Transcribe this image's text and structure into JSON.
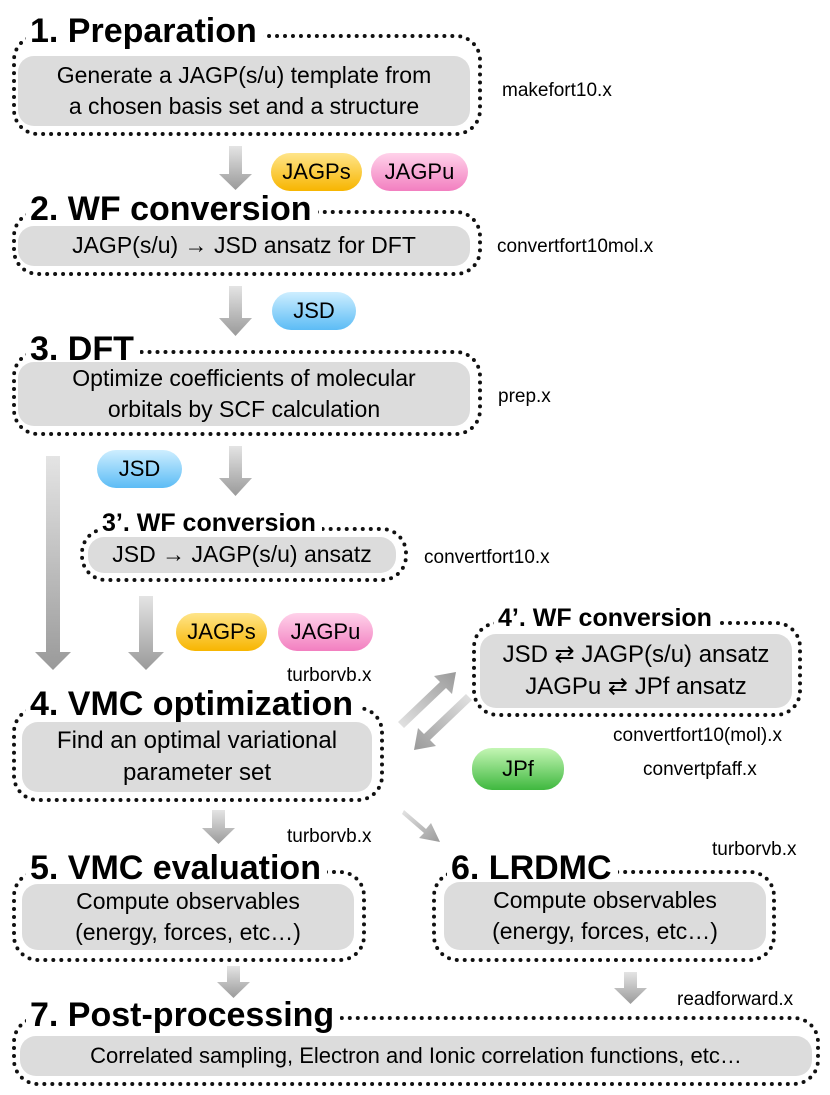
{
  "sections": {
    "s1": {
      "title": "1. Preparation",
      "text": "Generate a JAGP(s/u) template from\na chosen basis set and a structure",
      "program": "makefort10.x"
    },
    "s2": {
      "title": "2. WF conversion",
      "text": "JAGP(s/u) → JSD ansatz for DFT",
      "program": "convertfort10mol.x"
    },
    "s3": {
      "title": "3. DFT",
      "text": "Optimize coefficients of molecular\norbitals by SCF calculation",
      "program": "prep.x"
    },
    "s3p": {
      "title": "3’. WF conversion",
      "text": "JSD → JAGP(s/u) ansatz",
      "program": "convertfort10.x"
    },
    "s4": {
      "title": "4. VMC optimization",
      "text": "Find an optimal variational\nparameter set",
      "program": "turborvb.x"
    },
    "s4p": {
      "title": "4’. WF conversion",
      "text": "JSD ⇄ JAGP(s/u) ansatz\nJAGPu ⇄ JPf ansatz",
      "program1": "convertfort10(mol).x",
      "program2": "convertpfaff.x"
    },
    "s5": {
      "title": "5. VMC evaluation",
      "text": "Compute observables\n(energy, forces, etc…)",
      "program": "turborvb.x"
    },
    "s6": {
      "title": "6. LRDMC",
      "text": "Compute observables\n(energy, forces, etc…)",
      "program": "turborvb.x"
    },
    "s7": {
      "title": "7. Post-processing",
      "text": "Correlated sampling, Electron and Ionic correlation functions, etc…",
      "program": "readforward.x"
    }
  },
  "badges": {
    "jagps": "JAGPs",
    "jagpu": "JAGPu",
    "jsd": "JSD",
    "jpf": "JPf"
  },
  "colors": {
    "jagps": "#f7b500",
    "jagpu": "#f27fc0",
    "jsd": "#5cbcf5",
    "jpf": "#3fb83f",
    "box_fill": "#dcdcdc"
  }
}
